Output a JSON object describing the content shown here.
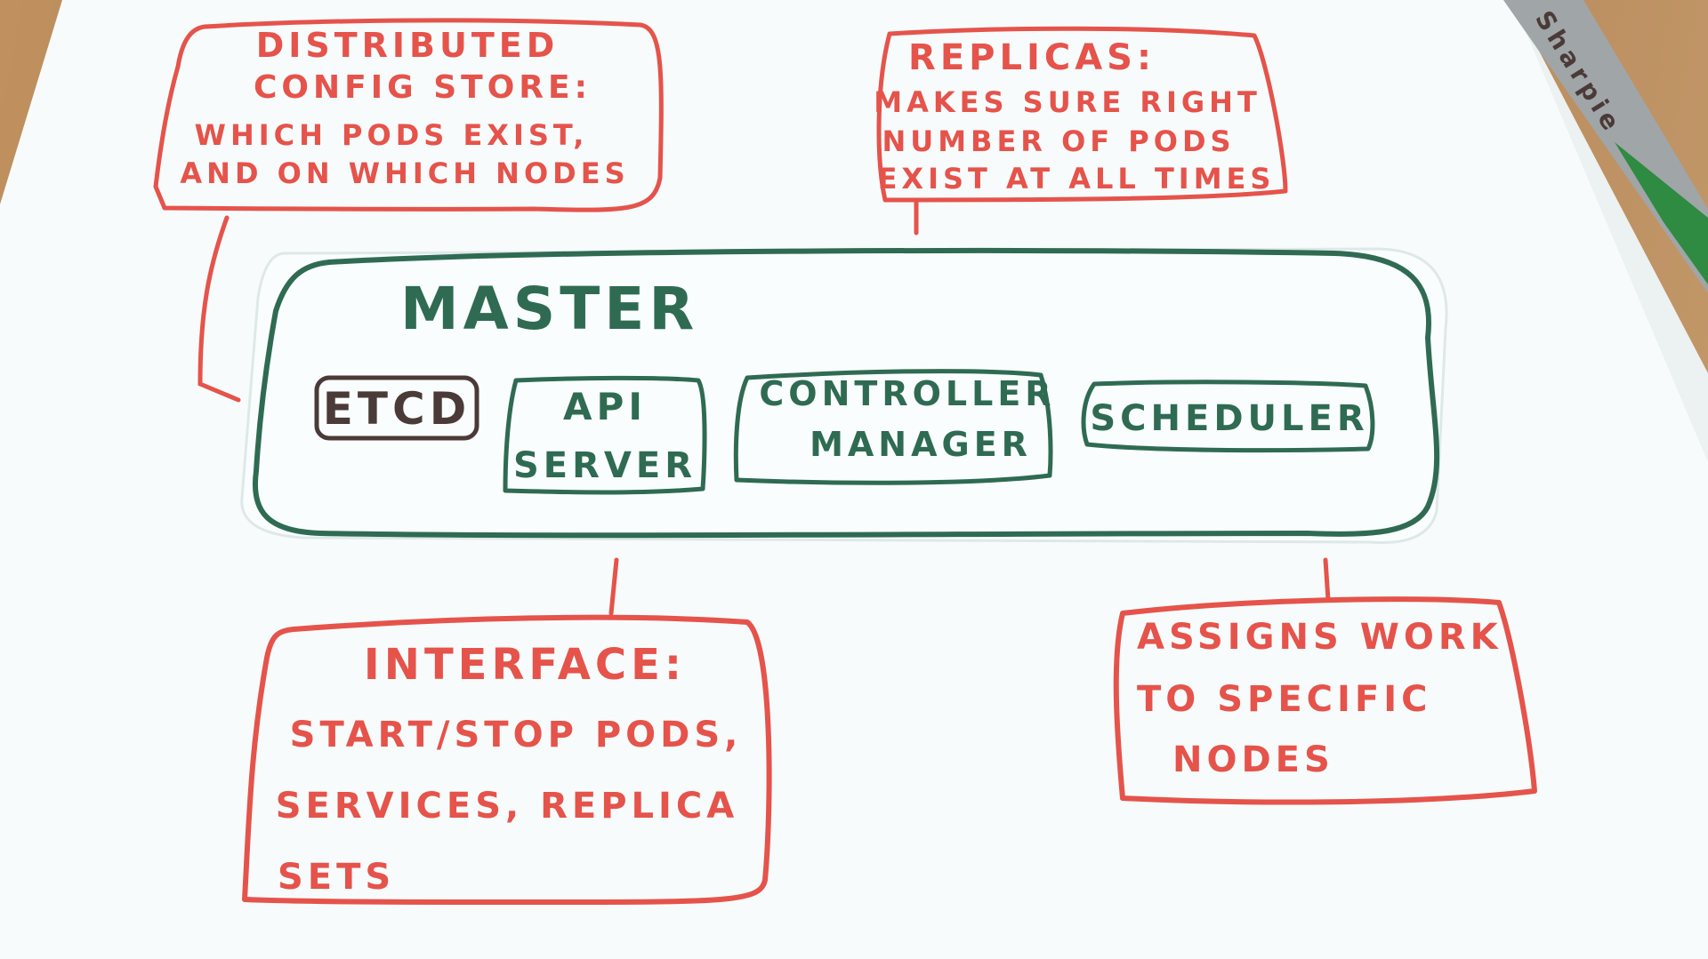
{
  "notes": {
    "config_store": {
      "title1": "DISTRIBUTED",
      "title2": "CONFIG STORE:",
      "line1": "WHICH PODS EXIST,",
      "line2": "AND ON WHICH NODES"
    },
    "replicas": {
      "title": "REPLICAS:",
      "line1": "MAKES SURE RIGHT",
      "line2": "NUMBER OF PODS",
      "line3": "EXIST AT ALL TIMES"
    },
    "interface": {
      "title": "INTERFACE:",
      "line1": "START/STOP PODS,",
      "line2": "SERVICES, REPLICA",
      "line3": "SETS"
    },
    "scheduler_note": {
      "line1": "ASSIGNS WORK",
      "line2": "TO SPECIFIC",
      "line3": "NODES"
    }
  },
  "master": {
    "title": "MASTER",
    "components": {
      "etcd": "ETCD",
      "api_line1": "API",
      "api_line2": "SERVER",
      "controller_line1": "CONTROLLER",
      "controller_line2": "MANAGER",
      "scheduler": "SCHEDULER"
    }
  },
  "marker": {
    "brand": "Sharpie"
  },
  "colors": {
    "paper": "#f7fbfb",
    "red_ink": "#e5534b",
    "green_ink": "#2f6b52",
    "dark_ink": "#4a3a38"
  }
}
